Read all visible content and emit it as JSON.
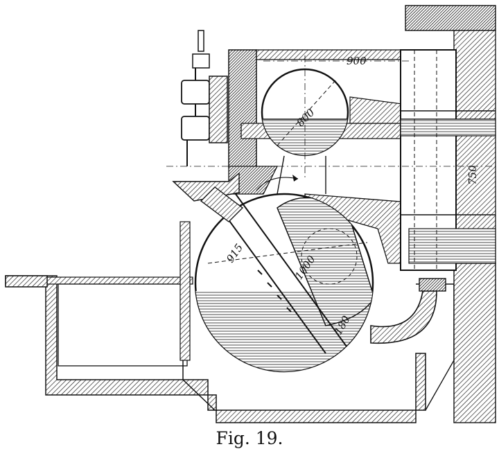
{
  "figure": {
    "caption": "Fig. 19.",
    "dimensions": {
      "top_width": "900",
      "upper_drum": "800",
      "height": "750",
      "lower_drum": "1000",
      "inner": "915",
      "nozzle": "180"
    }
  },
  "colors": {
    "ink": "#111111",
    "paper": "#ffffff"
  }
}
